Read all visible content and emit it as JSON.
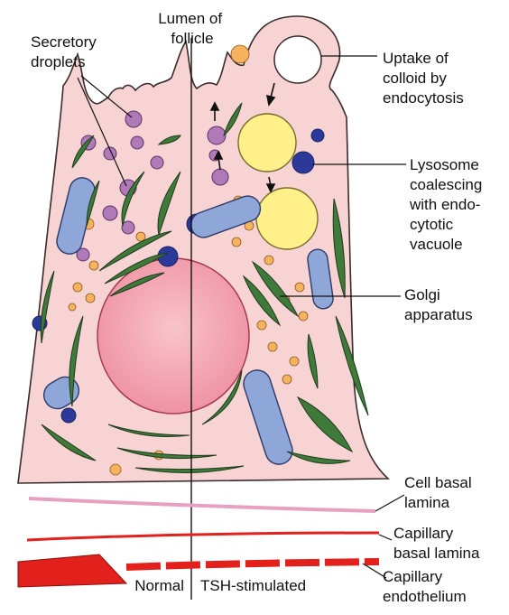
{
  "labels": {
    "lumen": [
      "Lumen of",
      "follicle"
    ],
    "secretory": [
      "Secretory",
      "droplets"
    ],
    "uptake": [
      "Uptake of",
      "colloid by",
      "endocytosis"
    ],
    "lysosome": [
      "Lysosome",
      "coalescing",
      "with endo-",
      "cytotic",
      "vacuole"
    ],
    "golgi": [
      "Golgi",
      "apparatus"
    ],
    "cell_basal": [
      "Cell basal",
      "lamina"
    ],
    "capillary_basal": [
      "Capillary",
      "basal lamina"
    ],
    "capillary_endo": [
      "Capillary",
      "endothelium"
    ],
    "normal": "Normal",
    "tsh": "TSH-stimulated"
  },
  "colors": {
    "cytoplasm": "#f7d3d3",
    "nucleus": "#f2a3b0",
    "golgi_er": "#3f7a3a",
    "mitochondria": "#8fa6d8",
    "secretory_droplet": "#b07ab8",
    "lysosome": "#2b3a99",
    "colloid_vacuole": "#fff08a",
    "small_vesicle": "#f7b25e",
    "capillary": "#e2201c",
    "basal_lamina": "#e8a0c0"
  }
}
